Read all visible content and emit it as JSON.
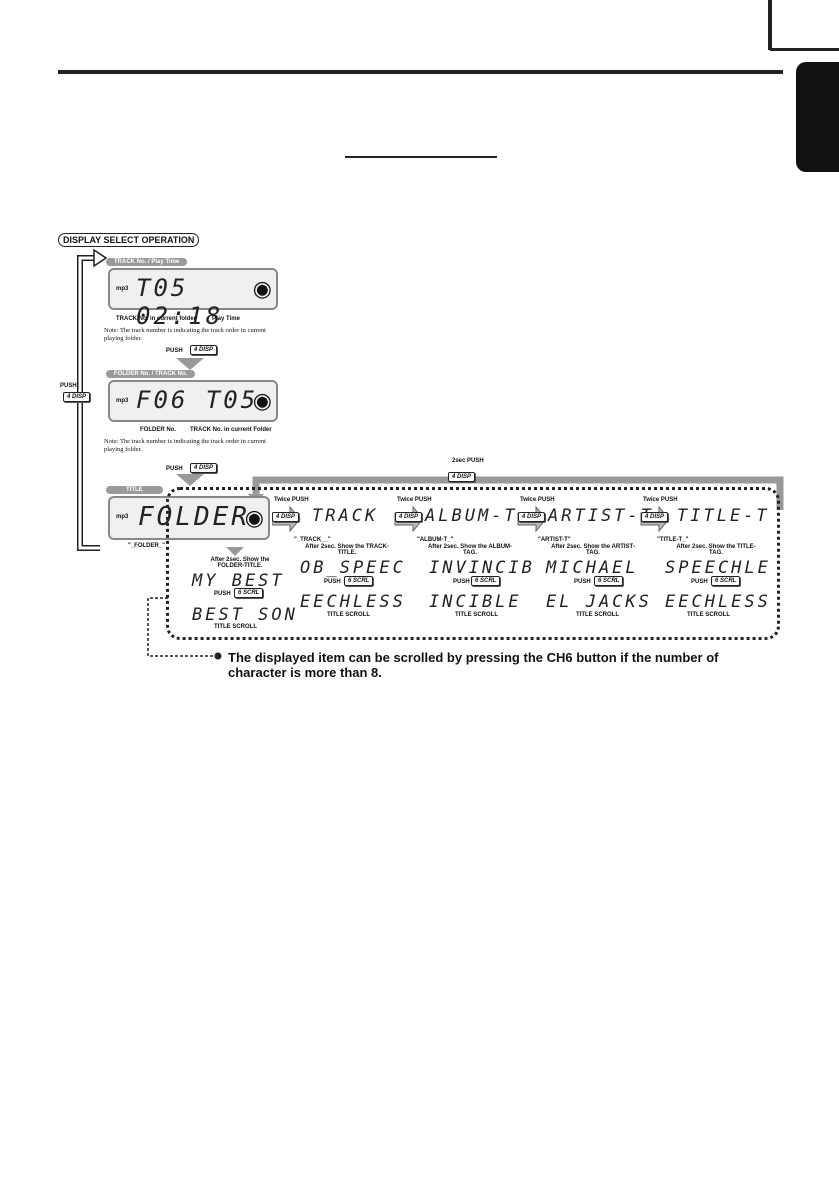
{
  "header": {
    "section_title": ""
  },
  "badge": "DISPLAY SELECT OPERATION",
  "pills": {
    "track_play": "TRACK No. / Play Time",
    "folder_track": "FOLDER No. / TRACK No.",
    "title": "TITLE"
  },
  "lcd1": {
    "text": "T05 02:18",
    "label_left": "TRACK No. in current folder",
    "label_right": "Play Time"
  },
  "note1": "Note:  The track number is indicating the track order in current playing folder.",
  "lcd2": {
    "text": "F06 T05",
    "label_left": "FOLDER No.",
    "label_right": "TRACK No. in current Folder"
  },
  "note2": "Note:  The track number is indicating the track order in current playing folder.",
  "lcd3": {
    "text": "FOLDER",
    "label": "\"_FOLDER_\""
  },
  "push": "PUSH",
  "key_disp": "4 DISP",
  "key_scrl": "6 SCRL",
  "twice_push": "Twice PUSH",
  "twosec_push": "2sec PUSH",
  "after_folder": "After 2sec. Show the FOLDER-TITLE.",
  "folder_title": [
    "MY BEST",
    "BEST SON"
  ],
  "title_scroll": "TITLE SCROLL",
  "columns": [
    {
      "lcd": "TRACK",
      "label": "\"_TRACK__\"",
      "after": "After 2sec. Show the TRACK-TITLE.",
      "line1": "OB_SPEEC",
      "line2": "EECHLESS"
    },
    {
      "lcd": "ALBUM-T",
      "label": "\"ALBUM-T_\"",
      "after": "After 2sec. Show the ALBUM-TAG.",
      "line1": "INVINCIB",
      "line2": "INCIBLE"
    },
    {
      "lcd": "ARTIST-T",
      "label": "\"ARTIST-T\"",
      "after": "After 2sec. Show the ARTIST-TAG.",
      "line1": "MICHAEL",
      "line2": "EL JACKS"
    },
    {
      "lcd": "TITLE-T",
      "label": "\"TITLE-T_\"",
      "after": "After 2sec. Show the TITLE-TAG.",
      "line1": "SPEECHLE",
      "line2": "EECHLESS"
    }
  ],
  "scroll_note": "The displayed item can be scrolled by pressing the CH6 button if the number of character is more than 8."
}
